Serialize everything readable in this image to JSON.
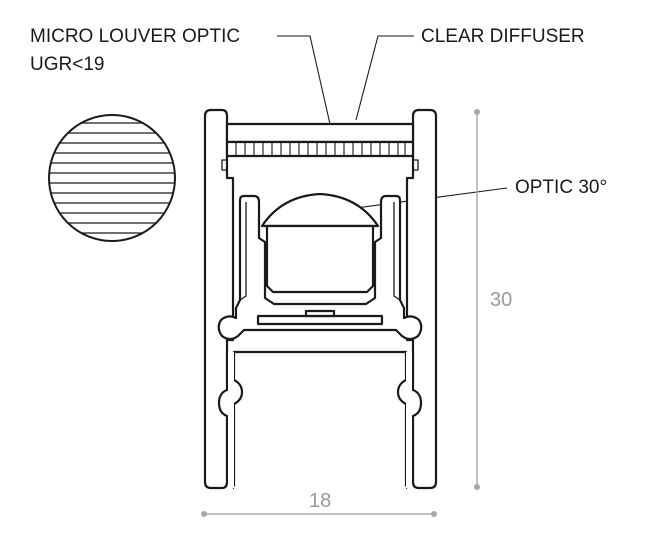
{
  "labels": {
    "micro_louver": "MICRO LOUVER OPTIC",
    "ugr": "UGR<19",
    "clear_diffuser": "CLEAR DIFFUSER",
    "optic": "OPTIC 30°"
  },
  "dimensions": {
    "height": "30",
    "width": "18"
  },
  "colors": {
    "line": "#1a1a1a",
    "dimension": "#a8a8a8"
  }
}
